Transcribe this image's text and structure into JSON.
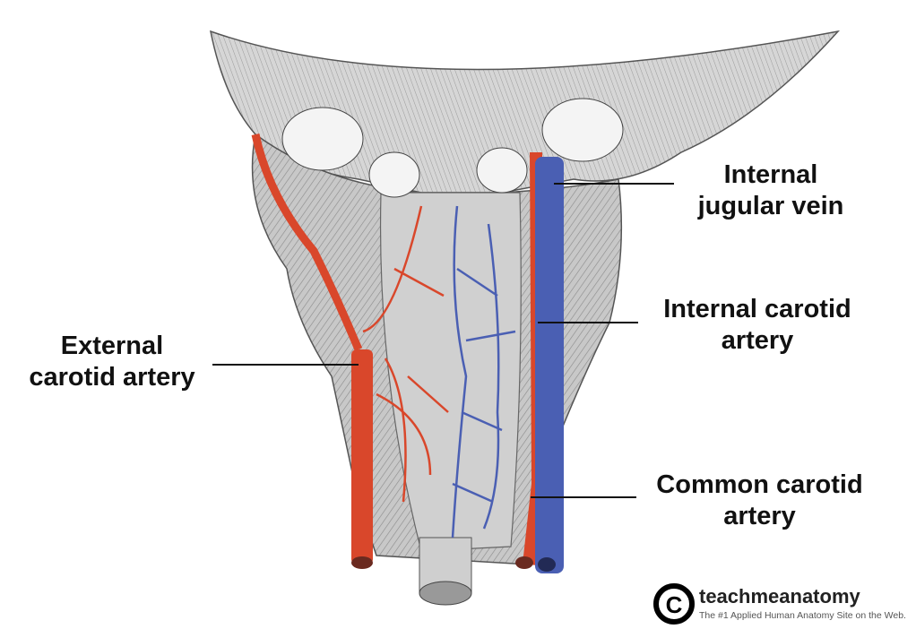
{
  "labels": {
    "internal_jugular_vein": [
      "Internal",
      "jugular vein"
    ],
    "internal_carotid_artery": [
      "Internal carotid",
      "artery"
    ],
    "common_carotid_artery": [
      "Common carotid",
      "artery"
    ],
    "external_carotid_artery": [
      "External",
      "carotid artery"
    ]
  },
  "logo": {
    "name": "teachmeanatomy",
    "tagline": "The #1 Applied Human Anatomy Site on the Web."
  },
  "colors": {
    "artery": "#d9472b",
    "vein": "#4a5fb3",
    "tissue": "#bdbdbd",
    "bone": "#f2f2f2"
  }
}
